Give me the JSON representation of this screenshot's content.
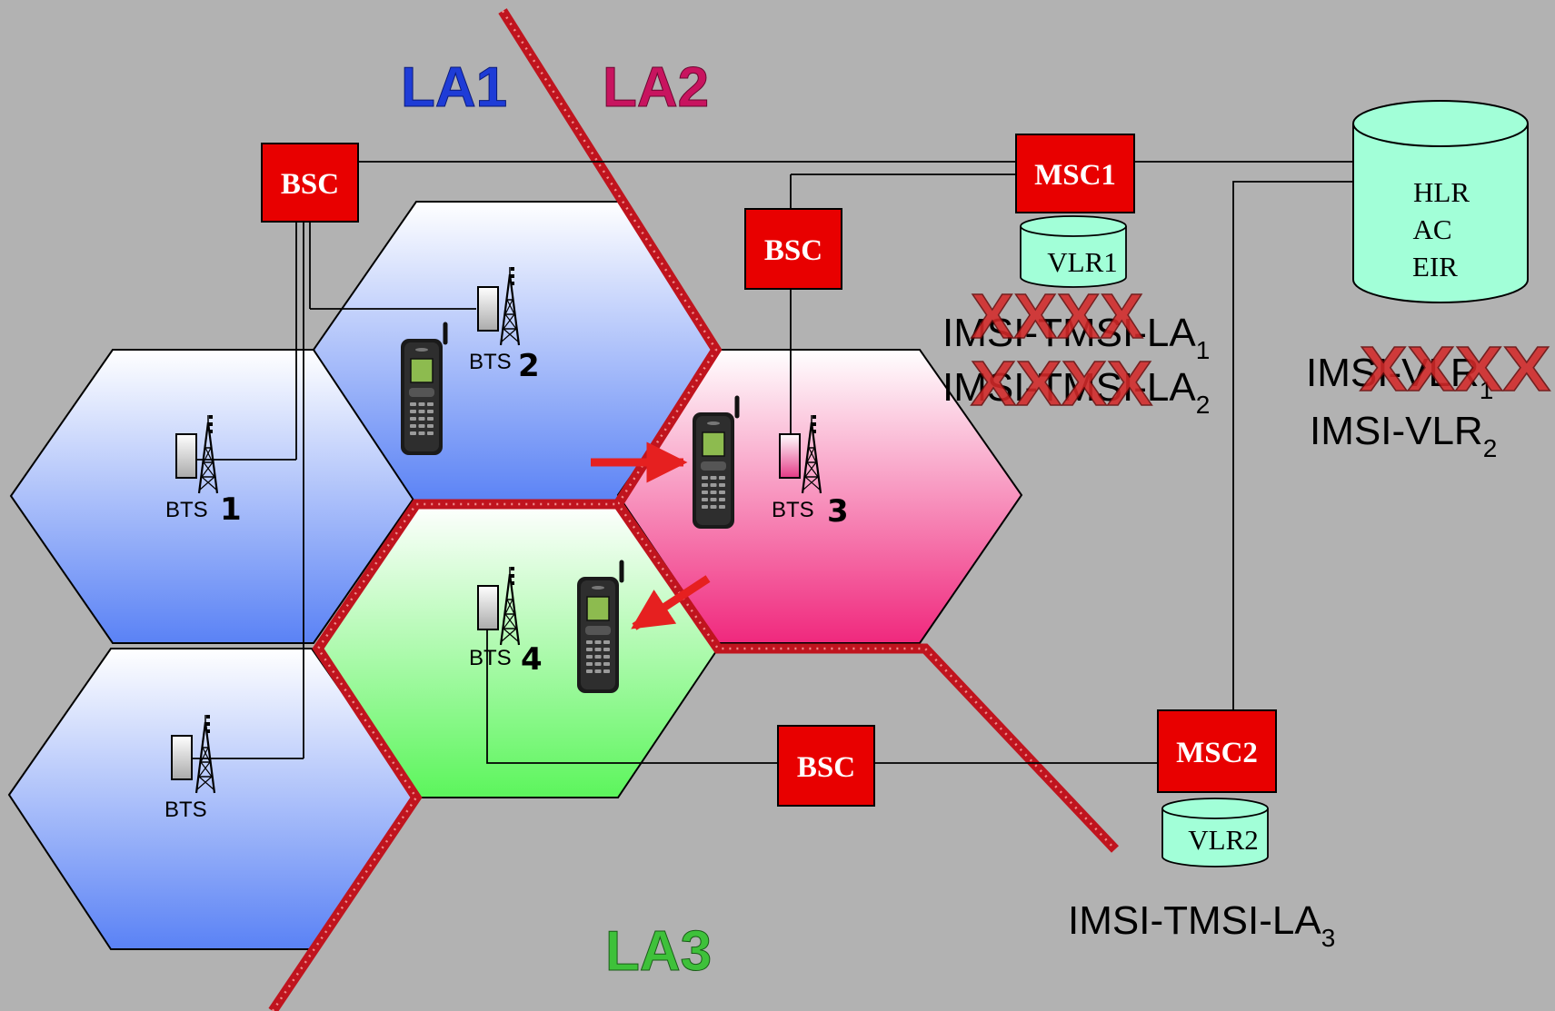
{
  "areas": {
    "la1": "LA1",
    "la2": "LA2",
    "la3": "LA3"
  },
  "colors": {
    "la1": "#1e3cd7",
    "la2": "#c8145f",
    "la3": "#3ec13a",
    "boundary": "#c0141e",
    "node_fill": "#e80000",
    "db_fill": "#a2ffd8"
  },
  "bsc_labels": [
    "BSC",
    "BSC",
    "BSC"
  ],
  "msc1": "MSC1",
  "msc2": "MSC2",
  "vlr1": "VLR1",
  "vlr2": "VLR2",
  "hlr_lines": [
    "HLR",
    "AC",
    "EIR"
  ],
  "bts": {
    "label": "BTS",
    "n1": "1",
    "n2": "2",
    "n3": "3",
    "n4": "4"
  },
  "vlr1_records": [
    {
      "text": "IMSI-TMSI-LA",
      "sub": "1"
    },
    {
      "text": "IMSI-TMSI-LA",
      "sub": "2"
    }
  ],
  "vlr2_record": {
    "text": "IMSI-TMSI-LA",
    "sub": "3"
  },
  "hlr_records": [
    {
      "text": "IMSI-VLR",
      "sub": "1"
    },
    {
      "text": "IMSI-VLR",
      "sub": "2"
    }
  ],
  "strike_marks": "XXXX",
  "icons": {
    "mobile": "mobile-phone-icon",
    "tower": "antenna-tower-icon",
    "arrow": "move-arrow-icon"
  }
}
